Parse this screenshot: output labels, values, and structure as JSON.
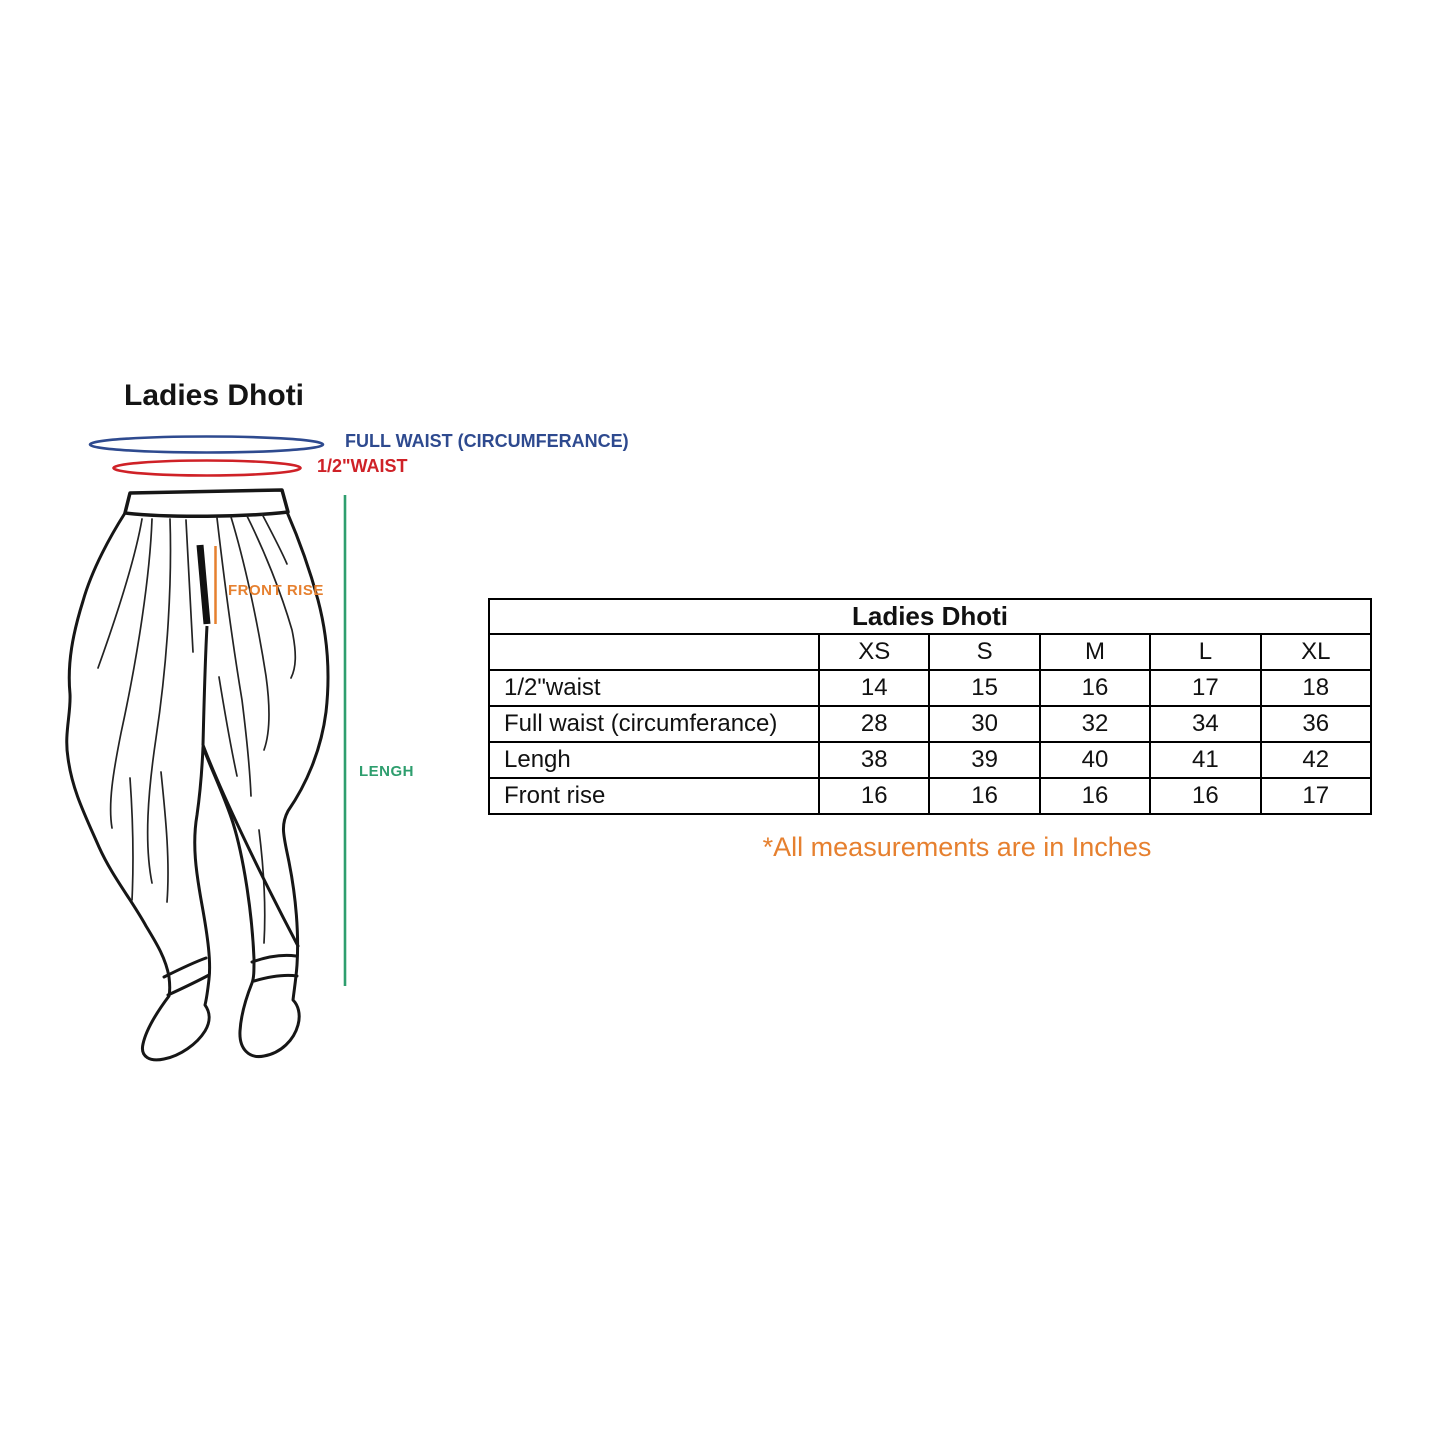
{
  "figure": {
    "title": "Ladies Dhoti",
    "labels": {
      "full_waist": "FULL WAIST (CIRCUMFERANCE)",
      "half_waist": "1/2\"WAIST",
      "front_rise": "FRONT RISE",
      "length": "LENGH"
    }
  },
  "colors": {
    "navy": "#2e4a8f",
    "red": "#cf2127",
    "orange": "#e6802f",
    "green": "#2e9e6e",
    "swatch_red": "#ea2330",
    "swatch_blue": "#4153a4",
    "swatch_orange": "#f18a2b",
    "swatch_green": "#2eae6e"
  },
  "table": {
    "title": "Ladies Dhoti",
    "size_headers": [
      "XS",
      "S",
      "M",
      "L",
      "XL"
    ],
    "rows": [
      {
        "label": "1/2\"waist",
        "values": [
          "14",
          "15",
          "16",
          "17",
          "18"
        ]
      },
      {
        "label": "Full waist (circumferance)",
        "values": [
          "28",
          "30",
          "32",
          "34",
          "36"
        ]
      },
      {
        "label": "Lengh",
        "values": [
          "38",
          "39",
          "40",
          "41",
          "42"
        ]
      },
      {
        "label": "Front rise",
        "values": [
          "16",
          "16",
          "16",
          "16",
          "17"
        ]
      }
    ]
  },
  "note": "*All measurements are in Inches"
}
